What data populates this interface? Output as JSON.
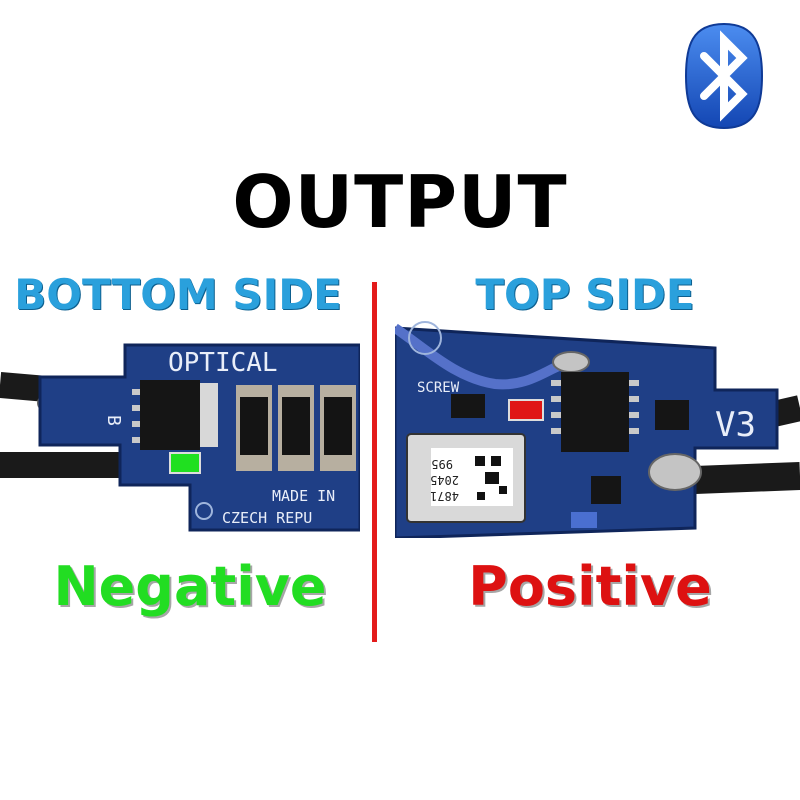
{
  "title": "OUTPUT",
  "bottom_side": {
    "label": "BOTTOM SIDE",
    "polarity_label": "Negative",
    "board_text": {
      "optical": "OPTICAL",
      "pin_b": "B",
      "made_in": "MADE IN",
      "czech": "CZECH REPU"
    }
  },
  "top_side": {
    "label": "TOP SIDE",
    "polarity_label": "Positive",
    "board_text": {
      "screw": "SCREW",
      "version": "V3",
      "code_a": "995",
      "code_b": "2045",
      "code_c": "4871"
    }
  },
  "colors": {
    "side_label": "#2aa0dc",
    "negative": "#22dd22",
    "positive": "#dd1111",
    "divider": "#e31b1b",
    "pcb": "#1f3f86"
  },
  "icons": [
    "bluetooth-icon"
  ]
}
